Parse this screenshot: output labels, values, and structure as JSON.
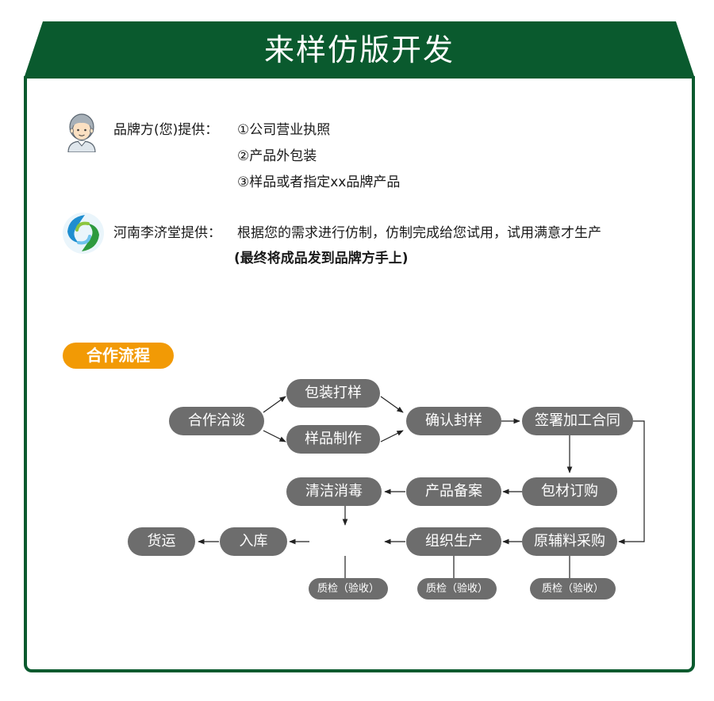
{
  "header": {
    "title": "来样仿版开发",
    "color": "#0a5a2e"
  },
  "brand_side": {
    "label": "品牌方(您)提供：",
    "items": [
      "①公司营业执照",
      "②产品外包装",
      "③样品或者指定xx品牌产品"
    ]
  },
  "company_side": {
    "label": "河南李济堂提供：",
    "text": "根据您的需求进行仿制，仿制完成给您试用，试用满意才生产",
    "note": "(最终将成品发到品牌方手上)"
  },
  "process": {
    "title": "合作流程",
    "title_color": "#f29a05",
    "node_color": "#6d6d6d",
    "nodes": {
      "negotiate": "合作洽谈",
      "packaging_design": "包装打样",
      "sample_making": "样品制作",
      "confirm_seal": "确认封样",
      "sign_contract": "签署加工合同",
      "packaging_purchase": "包材订购",
      "product_filing": "产品备案",
      "clean_disinfect": "清洁消毒",
      "raw_material_purchase": "原辅料采购",
      "organize_production": "组织生产",
      "warehousing": "入库",
      "shipping": "货运"
    },
    "qc_label": "质检（验收）"
  }
}
